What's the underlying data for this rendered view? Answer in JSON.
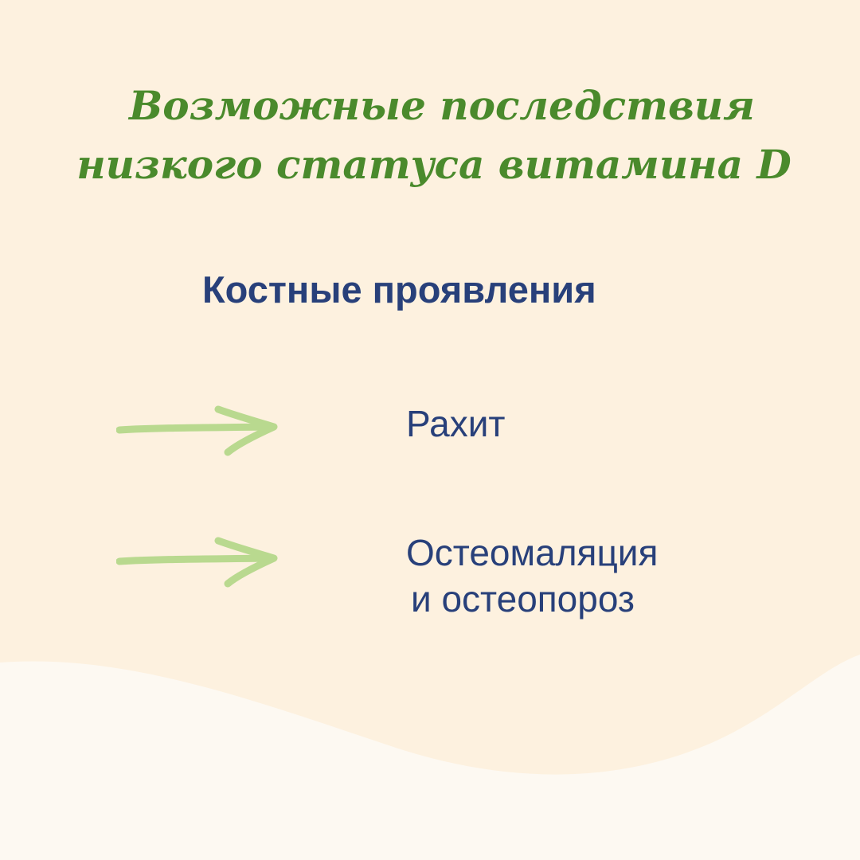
{
  "colors": {
    "background": "#fdf1df",
    "wave": "#fdf9f2",
    "title": "#4a8a2c",
    "text": "#28407a",
    "arrow": "#b9d98f"
  },
  "title": {
    "line1": "Возможные последствия",
    "line2": "низкого статуса витамина D"
  },
  "section_heading": "Костные проявления",
  "items": [
    {
      "icon": "arrow-right-icon",
      "text": "Рахит"
    },
    {
      "icon": "arrow-right-icon",
      "text_line1": "Остеомаляция",
      "text_line2": "и остеопороз"
    }
  ]
}
